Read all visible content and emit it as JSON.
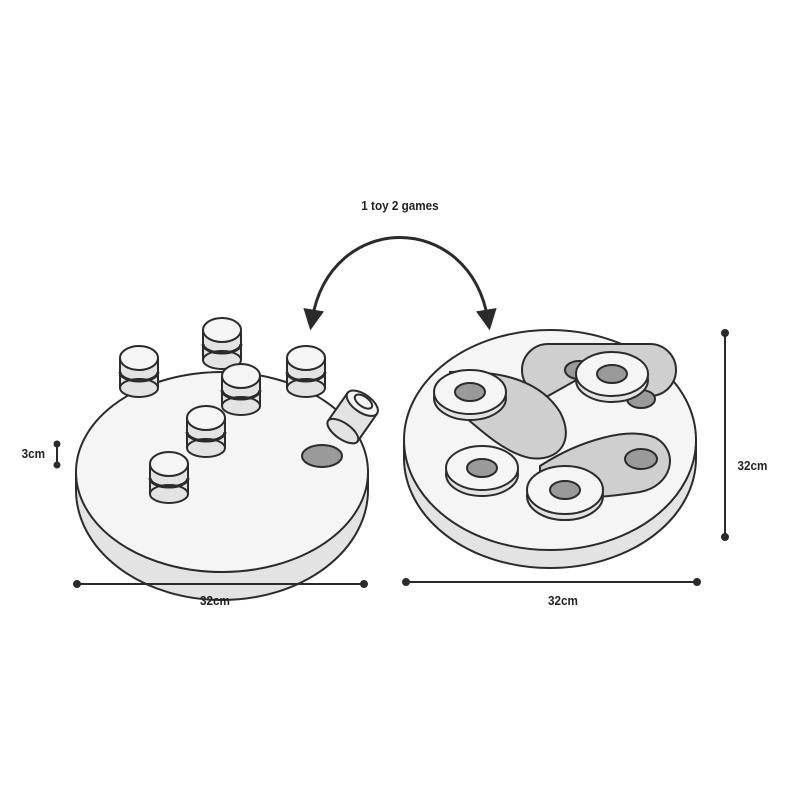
{
  "title": "1 toy 2 games",
  "dimensions": {
    "height_left": "3cm",
    "width_left": "32cm",
    "width_right": "32cm",
    "depth_right": "32cm"
  },
  "colors": {
    "line": "#2b2b2b",
    "surface": "#f5f5f5",
    "side": "#e3e3e3",
    "shadow": "#cfcfcf",
    "hole": "#9a9a9a"
  }
}
